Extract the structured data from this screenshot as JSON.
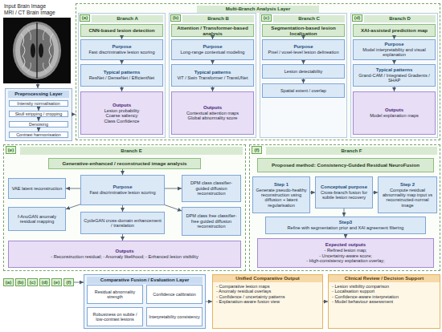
{
  "diagram": {
    "nodes": [
      {
        "text": [
          "Input Brain Image",
          "MRI / CT Brain Image"
        ]
      },
      {
        "text": [
          "Preprocessing Layer"
        ]
      },
      {
        "text": [
          "Intensity normalisation"
        ],
        "in": 1
      },
      {
        "text": [
          "Skull stripping / cropping"
        ],
        "in": 1
      },
      {
        "text": [
          "Denoising"
        ],
        "in": 1
      },
      {
        "text": [
          "Contrast harmonisation"
        ],
        "in": 1
      },
      {
        "text": [
          "Multi-Branch Analysis Layer"
        ]
      },
      {
        "text": [
          "Branch A"
        ],
        "in": 6
      },
      {
        "text": [
          "(a)"
        ],
        "in": 7
      },
      {
        "text": [
          "CNN-based lesion detection"
        ],
        "in": 7
      },
      {
        "text": [
          "Purpose",
          "Fast discriminative lesion scoring"
        ],
        "in": 7
      },
      {
        "text": [
          "Typical patterns",
          "ResNet / DenseNet / EfficientNet"
        ],
        "in": 7
      },
      {
        "text": [
          "Outputs",
          "Lesion probability",
          "Coarse saliency",
          "Class Confidence"
        ],
        "in": 7
      },
      {
        "text": [
          "Branch B"
        ],
        "in": 6
      },
      {
        "text": [
          "(b)"
        ],
        "in": 13
      },
      {
        "text": [
          "Attention / Transformer-based analysis"
        ],
        "in": 13
      },
      {
        "text": [
          "Purpose",
          "Long-range contextual modeling"
        ],
        "in": 13
      },
      {
        "text": [
          "Typical patterns",
          "ViT / Swin Transformer / TransUNet"
        ],
        "in": 13
      },
      {
        "text": [
          "Outputs",
          "Contextual attention maps",
          "Global abnormality score"
        ],
        "in": 13
      },
      {
        "text": [
          "Branch C"
        ],
        "in": 6
      },
      {
        "text": [
          "(c)"
        ],
        "in": 19
      },
      {
        "text": [
          "Segmentation-based lesion localisation"
        ],
        "in": 19
      },
      {
        "text": [
          "Purpose",
          "Pixel / voxel-level lesion delineation"
        ],
        "in": 19
      },
      {
        "text": [
          "Lesion detectability"
        ],
        "in": 19
      },
      {
        "text": [
          "Spatial extent / overlap"
        ],
        "in": 19
      },
      {
        "text": [
          "Branch D"
        ],
        "in": 6
      },
      {
        "text": [
          "(d)"
        ],
        "in": 25
      },
      {
        "text": [
          "XAI-assisted prediction map"
        ],
        "in": 25
      },
      {
        "text": [
          "Purpose",
          "Model interpretability and visual explanation"
        ],
        "in": 25
      },
      {
        "text": [
          "Typical patterns",
          "Grand-CAM / Integrated Gradients / SHAP"
        ],
        "in": 25
      },
      {
        "text": [
          "Outputs",
          "Model explanation maps"
        ],
        "in": 25
      },
      {
        "text": [
          "Branch E"
        ]
      },
      {
        "text": [
          "(e)"
        ],
        "in": 31
      },
      {
        "text": [
          "Generative-enhanced / reconstructed image analysis"
        ],
        "in": 31
      },
      {
        "text": [
          "VAE latent reconstruction"
        ],
        "in": 31
      },
      {
        "text": [
          "Purpose",
          "Fast discriminative lesion scoring"
        ],
        "in": 31
      },
      {
        "text": [
          "DPM class classifier-guided diffusion reconstruction"
        ],
        "in": 31
      },
      {
        "text": [
          "f-AnoGAN anomaly residual mapping"
        ],
        "in": 31
      },
      {
        "text": [
          "CycleGAN cross-domain enhancement / translation"
        ],
        "in": 31
      },
      {
        "text": [
          "DPM class free classifier-free guided diffusion reconstruction"
        ],
        "in": 31
      },
      {
        "text": [
          "Outputs",
          "- Reconstruction residual; - Anomaly likelihood; - Enhanced lesion visibility"
        ],
        "in": 31
      },
      {
        "text": [
          "Branch F"
        ]
      },
      {
        "text": [
          "(f)"
        ],
        "in": 41
      },
      {
        "text": [
          "Proposed method: Consistency-Guided Residual NeuroFusion"
        ],
        "in": 41
      },
      {
        "text": [
          "Step 1",
          "Generate pseudo-healthy reconstruction using diffusion + latent regularisation"
        ],
        "in": 41
      },
      {
        "text": [
          "Conceptual purpose",
          "Cross-branch fusion for subtle lesion recovery"
        ],
        "in": 41
      },
      {
        "text": [
          "Step 2",
          "Compute residual abnormality map input vs reconstructed-normal image"
        ],
        "in": 41
      },
      {
        "text": [
          "Step3",
          "Refine with segmentation prior and XAI agreement filtering"
        ],
        "in": 41
      },
      {
        "text": [
          "Expected outputs",
          "- Refined lesion map;",
          "- Uncertainty-aware score;",
          "- High-consistency explanation overlay;"
        ],
        "in": 41
      },
      {
        "text": [
          "(a)"
        ]
      },
      {
        "text": [
          "(b)"
        ]
      },
      {
        "text": [
          "(c)"
        ]
      },
      {
        "text": [
          "(d)"
        ]
      },
      {
        "text": [
          "(e)"
        ]
      },
      {
        "text": [
          "(f)"
        ]
      },
      {
        "text": [
          "Comparative Fusion / Evaluation Layer"
        ]
      },
      {
        "text": [
          "Residual abnormality strength"
        ],
        "in": 55
      },
      {
        "text": [
          "Confidence calibration"
        ],
        "in": 55
      },
      {
        "text": [
          "Robustness on subtle / low-contrast lesions"
        ],
        "in": 55
      },
      {
        "text": [
          "Interpretability consistency"
        ],
        "in": 55
      },
      {
        "text": [
          "Unified Comparative Output",
          "- Comparative lesion maps",
          "- Anomaly residual overlays",
          "- Confidence / uncertainty patterns",
          "- Explanation-aware fusion view"
        ]
      },
      {
        "text": [
          "Clinical Review / Decision Support",
          "- Lesion visibility comparison",
          "- Localisation support",
          "- Confidence-aware interpretation",
          "- Model behaviour assessment"
        ]
      }
    ],
    "edges": [
      {
        "from": 0,
        "to": 1,
        "arrow": "to"
      },
      {
        "from": 2,
        "to": 3,
        "arrow": "to"
      },
      {
        "from": 3,
        "to": 4,
        "arrow": "to"
      },
      {
        "from": 4,
        "to": 5,
        "arrow": "to"
      },
      {
        "from": 1,
        "to": 6,
        "arrow": "to"
      },
      {
        "from": 9,
        "to": 10,
        "arrow": "to"
      },
      {
        "from": 10,
        "to": 11,
        "arrow": "to"
      },
      {
        "from": 11,
        "to": 12,
        "arrow": "to"
      },
      {
        "from": 15,
        "to": 16,
        "arrow": "to"
      },
      {
        "from": 16,
        "to": 17,
        "arrow": "to"
      },
      {
        "from": 17,
        "to": 18,
        "arrow": "to"
      },
      {
        "from": 21,
        "to": 22,
        "arrow": "to"
      },
      {
        "from": 22,
        "to": 23,
        "arrow": "to"
      },
      {
        "from": 23,
        "to": 24,
        "arrow": "to"
      },
      {
        "from": 27,
        "to": 28,
        "arrow": "to"
      },
      {
        "from": 28,
        "to": 29,
        "arrow": "to"
      },
      {
        "from": 29,
        "to": 30,
        "arrow": "to"
      },
      {
        "from": 33,
        "to": 35,
        "arrow": "to"
      },
      {
        "from": 35,
        "to": 34,
        "arrow": "to"
      },
      {
        "from": 35,
        "to": 36,
        "arrow": "to"
      },
      {
        "from": 35,
        "to": 37,
        "arrow": "to"
      },
      {
        "from": 35,
        "to": 38,
        "arrow": "to"
      },
      {
        "from": 35,
        "to": 39,
        "arrow": "to"
      },
      {
        "from": 38,
        "to": 40,
        "arrow": "to"
      },
      {
        "from": 44,
        "to": 45,
        "arrow": "to"
      },
      {
        "from": 45,
        "to": 46,
        "arrow": "to"
      },
      {
        "from": 45,
        "to": 47,
        "arrow": "to"
      },
      {
        "from": 47,
        "to": 48,
        "arrow": "to"
      },
      {
        "from": 54,
        "to": 55,
        "arrow": "to"
      },
      {
        "from": 55,
        "to": 60,
        "arrow": "to"
      },
      {
        "from": 60,
        "to": 61,
        "arrow": "to"
      }
    ]
  }
}
